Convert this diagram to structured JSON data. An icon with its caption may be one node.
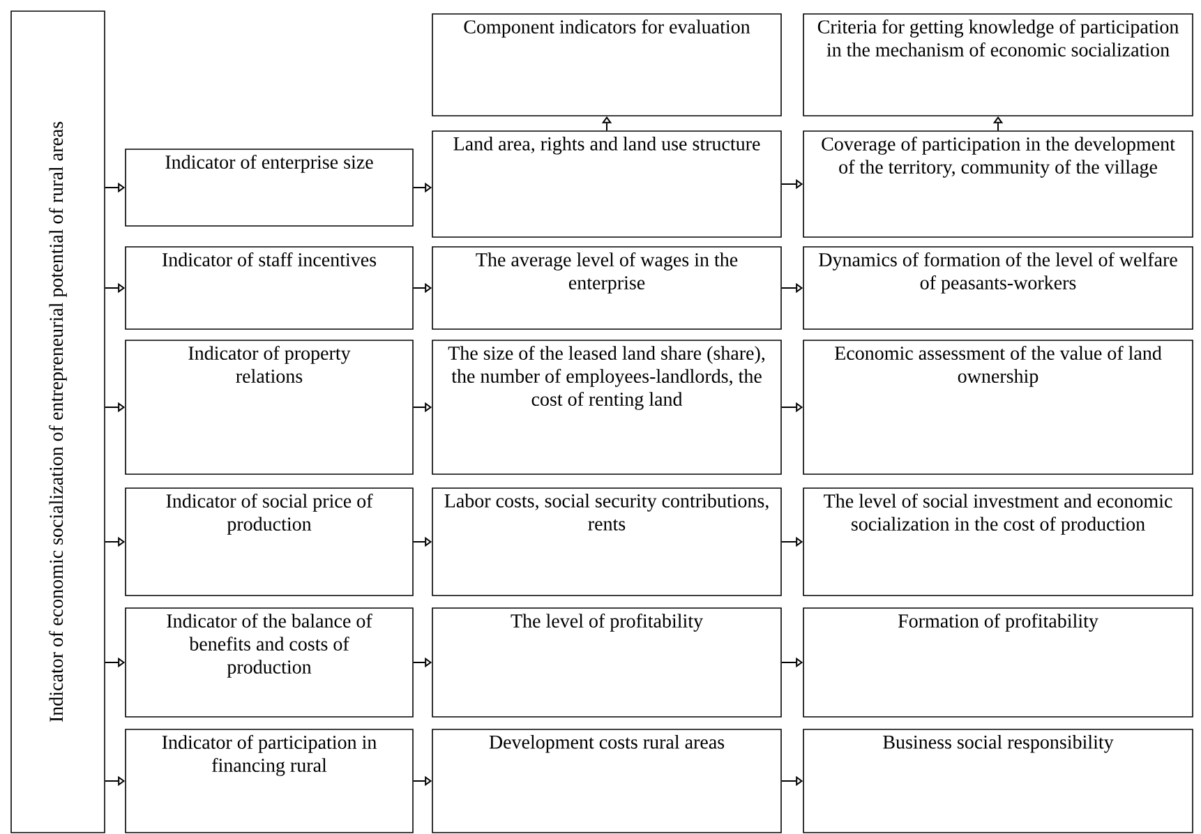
{
  "diagram": {
    "nodes": [
      {
        "text": [
          "Indicator of economic socialization of entrepreneurial potential of rural areas"
        ]
      },
      {
        "text": [
          "Component indicators for evaluation"
        ]
      },
      {
        "text": [
          "Criteria for getting knowledge of participation in the mechanism of economic socialization"
        ]
      },
      {
        "text": [
          "Indicator of enterprise size"
        ]
      },
      {
        "text": [
          "Land area, rights and land use structure"
        ]
      },
      {
        "text": [
          "Coverage of participation in the development of the territory, community of the village"
        ]
      },
      {
        "text": [
          "Indicator of staff incentives"
        ]
      },
      {
        "text": [
          "The average level of wages in the enterprise"
        ]
      },
      {
        "text": [
          "Dynamics of formation of the level of welfare of peasants-workers"
        ]
      },
      {
        "text": [
          "Indicator of property relations"
        ]
      },
      {
        "text": [
          "The size of the leased land share (share), the number of employees-landlords, the cost of renting land"
        ]
      },
      {
        "text": [
          "Economic assessment of the value of land ownership"
        ]
      },
      {
        "text": [
          "Indicator of social price of production"
        ]
      },
      {
        "text": [
          "Labor costs, social security contributions, rents"
        ]
      },
      {
        "text": [
          "The level of social investment and economic socialization in the cost of production"
        ]
      },
      {
        "text": [
          "Indicator of the balance of benefits and costs of production"
        ]
      },
      {
        "text": [
          "The level of profitability"
        ]
      },
      {
        "text": [
          "Formation of profitability"
        ]
      },
      {
        "text": [
          "Indicator of participation in financing rural"
        ]
      },
      {
        "text": [
          "Development costs rural areas"
        ]
      },
      {
        "text": [
          "Business social responsibility"
        ]
      }
    ],
    "edges": [
      {
        "from": 4,
        "to": 1,
        "arrow": "to"
      },
      {
        "from": 5,
        "to": 2,
        "arrow": "to"
      },
      {
        "from": 0,
        "to": 3,
        "arrow": "to"
      },
      {
        "from": 3,
        "to": 4,
        "arrow": "to"
      },
      {
        "from": 4,
        "to": 5,
        "arrow": "to"
      },
      {
        "from": 0,
        "to": 6,
        "arrow": "to"
      },
      {
        "from": 6,
        "to": 7,
        "arrow": "to"
      },
      {
        "from": 7,
        "to": 8,
        "arrow": "to"
      },
      {
        "from": 0,
        "to": 9,
        "arrow": "to"
      },
      {
        "from": 9,
        "to": 10,
        "arrow": "to"
      },
      {
        "from": 10,
        "to": 11,
        "arrow": "to"
      },
      {
        "from": 0,
        "to": 12,
        "arrow": "to"
      },
      {
        "from": 12,
        "to": 13,
        "arrow": "to"
      },
      {
        "from": 13,
        "to": 14,
        "arrow": "to"
      },
      {
        "from": 0,
        "to": 15,
        "arrow": "to"
      },
      {
        "from": 15,
        "to": 16,
        "arrow": "to"
      },
      {
        "from": 16,
        "to": 17,
        "arrow": "to"
      },
      {
        "from": 0,
        "to": 18,
        "arrow": "to"
      },
      {
        "from": 18,
        "to": 19,
        "arrow": "to"
      },
      {
        "from": 19,
        "to": 20,
        "arrow": "to"
      }
    ]
  }
}
